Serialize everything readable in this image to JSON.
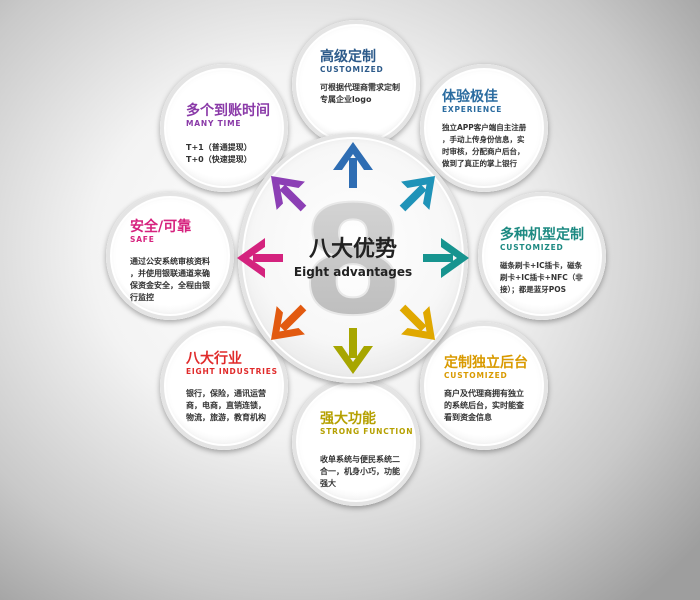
{
  "center": {
    "number": "8",
    "title": "八大优势",
    "subtitle": "Eight advantages"
  },
  "items": [
    {
      "key": "customized",
      "title": "高级定制",
      "subtitle": "CUSTOMIZED",
      "color": "#2c5a8a",
      "lines": [
        "可根据代理商需求定制",
        "专属企业logo"
      ]
    },
    {
      "key": "experience",
      "title": "体验极佳",
      "subtitle": "EXPERIENCE",
      "color": "#2b6ca0",
      "lines": [
        "独立APP客户端自主注册",
        "，手动上传身份信息，实",
        "时审核，分配商户后台，",
        "做到了真正的掌上银行"
      ]
    },
    {
      "key": "multi-model",
      "title": "多种机型定制",
      "subtitle": "CUSTOMIZED",
      "color": "#1d8a82",
      "lines": [
        "磁条刷卡+IC插卡，磁条",
        "刷卡+IC插卡+NFC（非",
        "接）；都是蓝牙POS"
      ]
    },
    {
      "key": "backend",
      "title": "定制独立后台",
      "subtitle": "CUSTOMIZED",
      "color": "#d99a00",
      "lines": [
        "商户及代理商拥有独立",
        "的系统后台，实时能查",
        "看到资金信息"
      ]
    },
    {
      "key": "function",
      "title": "强大功能",
      "subtitle": "STRONG FUNCTION",
      "color": "#b5a000",
      "lines": [
        "收单系统与便民系统二",
        "合一，机身小巧，功能",
        "强大"
      ]
    },
    {
      "key": "industries",
      "title": "八大行业",
      "subtitle": "EIGHT INDUSTRIES",
      "color": "#e02a2a",
      "lines": [
        "银行，保险，通讯运营",
        "商，电商，直销连锁，",
        "物流，旅游，教育机构"
      ]
    },
    {
      "key": "safe",
      "title": "安全/可靠",
      "subtitle": "SAFE",
      "color": "#d6227e",
      "lines": [
        "通过公安系统审核资料",
        "，并使用银联通道来确",
        "保资金安全，全程由银",
        "行监控"
      ]
    },
    {
      "key": "time",
      "title": "多个到账时间",
      "subtitle": "MANY TIME",
      "color": "#8a3aa8",
      "lines": [
        "T+1（普通提现）",
        "T+0（快速提现）"
      ]
    }
  ],
  "arrow_colors": [
    "#2e6db3",
    "#1f93b8",
    "#17948f",
    "#e0a800",
    "#a7a600",
    "#e25a10",
    "#d4237e",
    "#8c3fb5"
  ]
}
